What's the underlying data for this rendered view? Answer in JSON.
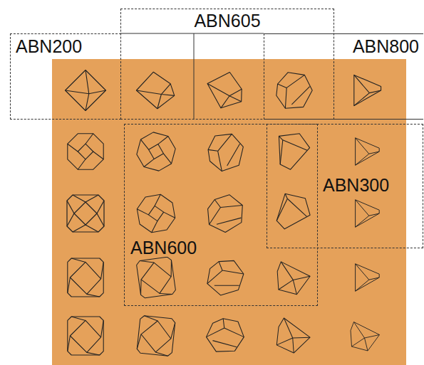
{
  "diagram": {
    "nodes": [
      {
        "text": [
          "ABN605"
        ]
      },
      {
        "text": [
          "ABN200"
        ]
      },
      {
        "text": [
          "ABN800"
        ]
      },
      {
        "text": [
          "ABN300"
        ]
      },
      {
        "text": [
          "ABN600"
        ]
      }
    ]
  }
}
